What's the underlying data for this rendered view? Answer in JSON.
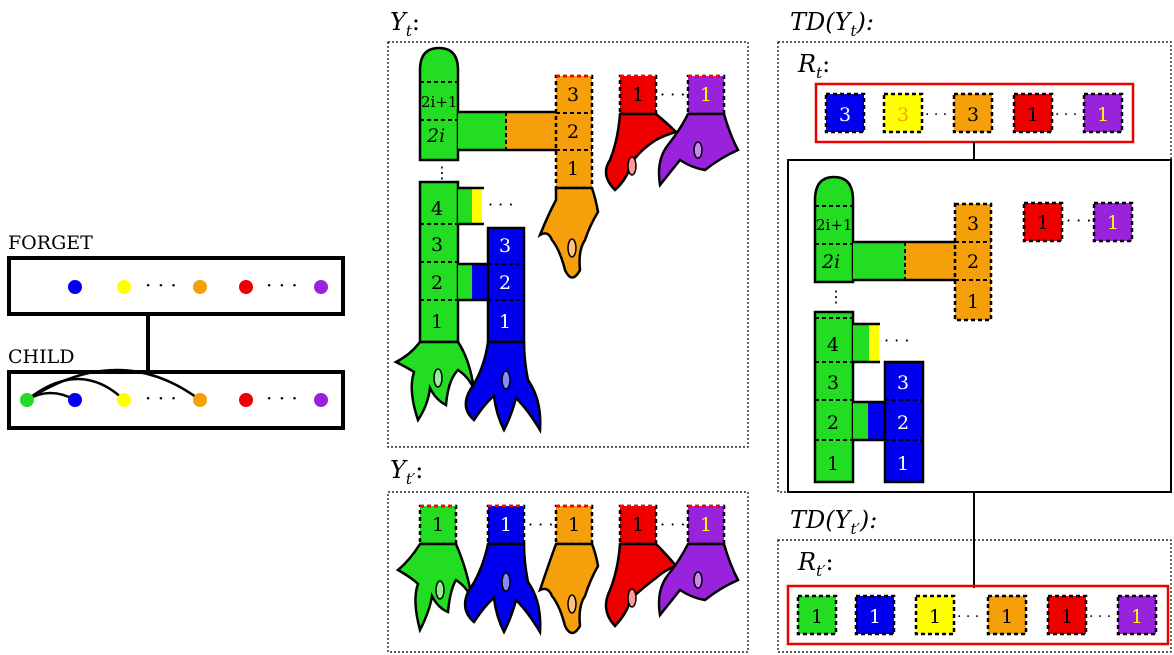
{
  "colors": {
    "green": "#22dd22",
    "blue": "#0000ee",
    "yellow": "#ffff00",
    "orange": "#f5a00a",
    "red": "#ee0000",
    "purple": "#9922dd",
    "pink_tip": "#ff6688",
    "cell_red_box": "#ee0000"
  },
  "nice": {
    "forget_label": "FORGET",
    "child_label": "CHILD",
    "forget_dots": [
      "blue",
      "yellow",
      "orange",
      "red",
      "purple"
    ],
    "child_dots": [
      "green",
      "blue",
      "yellow",
      "orange",
      "red",
      "purple"
    ]
  },
  "panels": {
    "yt_label": "Y",
    "yt_sub": "t",
    "ytp_label": "Y",
    "ytp_sub": "t′",
    "td_yt_prefix": "TD(Y",
    "td_yt_sub": "t",
    "td_yt_suffix": "):",
    "td_ytp_prefix": "TD(Y",
    "td_ytp_sub": "t′",
    "td_ytp_suffix": "):",
    "rt_label": "R",
    "rt_sub": "t",
    "rtp_label": "R",
    "rtp_sub": "t′"
  },
  "labels": {
    "l2i1": "2i+1",
    "l2i": "2i",
    "l4": "4",
    "l3": "3",
    "l2": "2",
    "l1": "1",
    "dots": "· · ·",
    "vdots": "⋮"
  },
  "rt_cells": [
    {
      "color": "blue",
      "label": "3"
    },
    {
      "color": "yellow",
      "label": "3"
    },
    {
      "color": "orange",
      "label": "3"
    },
    {
      "color": "red",
      "label": "1"
    },
    {
      "color": "purple",
      "label": "1"
    }
  ],
  "rtp_cells": [
    {
      "color": "green",
      "label": "1"
    },
    {
      "color": "blue",
      "label": "1"
    },
    {
      "color": "yellow",
      "label": "1"
    },
    {
      "color": "orange",
      "label": "1"
    },
    {
      "color": "red",
      "label": "1"
    },
    {
      "color": "purple",
      "label": "1"
    }
  ]
}
